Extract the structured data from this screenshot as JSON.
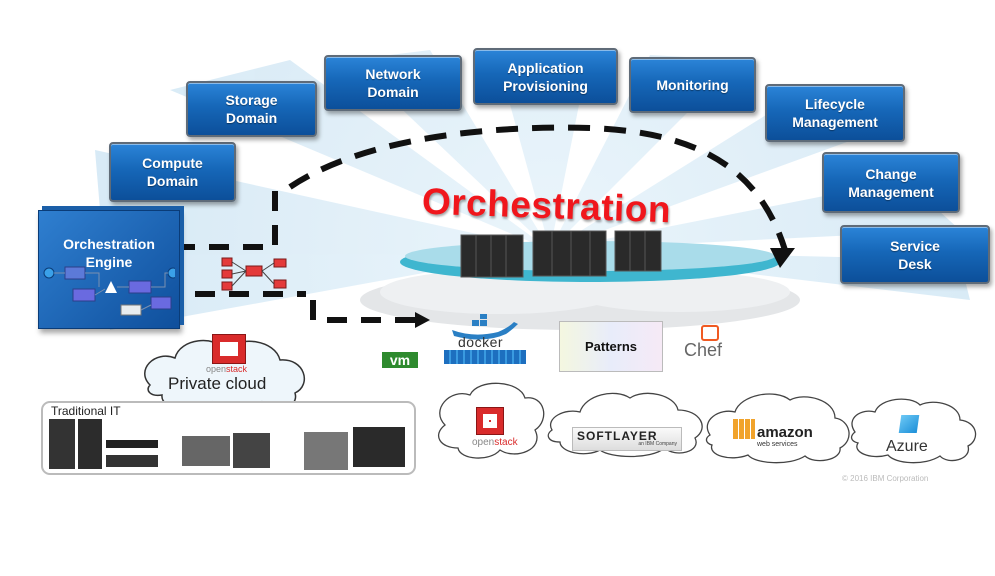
{
  "diagram": {
    "central_title": "Orchestration",
    "domains": [
      {
        "id": "compute-domain",
        "label": "Compute\nDomain"
      },
      {
        "id": "storage-domain",
        "label": "Storage\nDomain"
      },
      {
        "id": "network-domain",
        "label": "Network\nDomain"
      },
      {
        "id": "application-provisioning",
        "label": "Application\nProvisioning"
      },
      {
        "id": "monitoring",
        "label": "Monitoring"
      },
      {
        "id": "lifecycle-management",
        "label": "Lifecycle\nManagement"
      },
      {
        "id": "change-management",
        "label": "Change\nManagement"
      },
      {
        "id": "service-desk",
        "label": "Service\nDesk"
      }
    ],
    "engine": {
      "label": "Orchestration\nEngine"
    },
    "tools": {
      "vm": "vm",
      "docker": "docker",
      "patterns": "Patterns",
      "chef": "Chef"
    },
    "private_cloud": {
      "openstack_prefix": "open",
      "openstack_suffix": "stack",
      "label": "Private cloud"
    },
    "traditional_it": {
      "label": "Traditional IT"
    },
    "public_clouds": {
      "openstack_prefix": "open",
      "openstack_suffix": "stack",
      "softlayer": "SOFTLAYER",
      "softlayer_sub": "an IBM Company",
      "amazon": "amazon",
      "amazon_sub": "web services",
      "azure": "Azure"
    },
    "copyright": "© 2016 IBM Corporation",
    "colors": {
      "domain_blue": "#1667b8",
      "title_red": "#f0161c",
      "beam_blue": "#dcedf8",
      "platform_teal": "#3fb6cf"
    }
  }
}
